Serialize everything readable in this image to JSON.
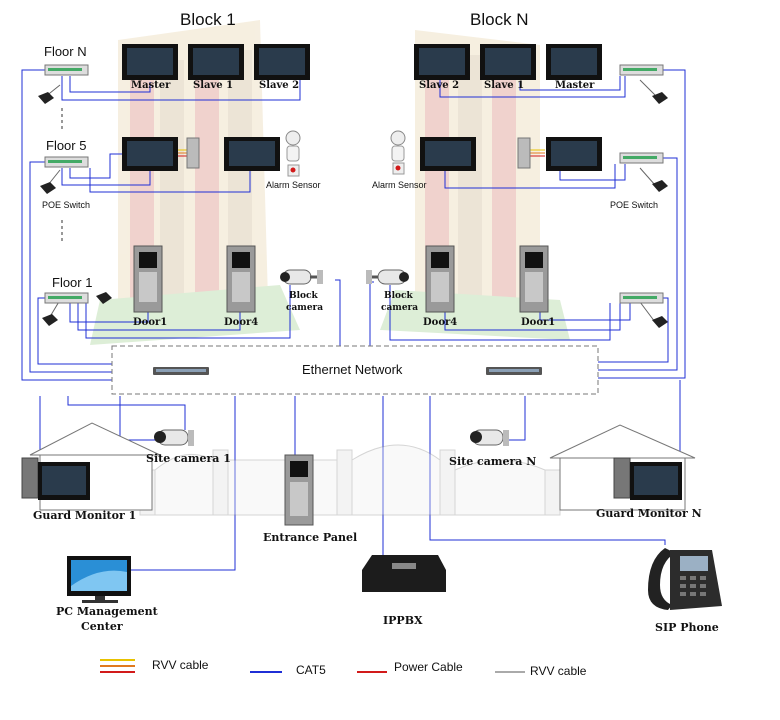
{
  "blocks": {
    "left": "Block 1",
    "right": "Block N"
  },
  "floors": {
    "n": "Floor N",
    "f5": "Floor 5",
    "f1": "Floor 1"
  },
  "poe_switch_left": "POE Switch",
  "poe_switch_right": "POE Switch",
  "monitors_left": {
    "master": "Master",
    "slave1": "Slave 1",
    "slave2": "Slave 2"
  },
  "monitors_right": {
    "slave2": "Slave 2",
    "slave1": "Slave 1",
    "master": "Master"
  },
  "alarm_left": "Alarm Sensor",
  "alarm_right": "Alarm Sensor",
  "doors_left": {
    "a": "Door1",
    "b": "Door4"
  },
  "doors_right": {
    "a": "Door4",
    "b": "Door1"
  },
  "block_camera_left": {
    "line1": "Block",
    "line2": "camera"
  },
  "block_camera_right": {
    "line1": "Block",
    "line2": "camera"
  },
  "network": "Ethernet Network",
  "site_camera_left": "Site camera 1",
  "site_camera_right": "Site camera N",
  "guard_left": "Guard Monitor 1",
  "guard_right": "Guard Monitor N",
  "entrance": "Entrance Panel",
  "pc": {
    "line1": "PC Management",
    "line2": "Center"
  },
  "ippbx": "IPPBX",
  "sip": "SIP Phone",
  "legend": {
    "rvv1": "RVV cable",
    "cat5": "CAT5",
    "power": "Power Cable",
    "rvv2": "RVV cable"
  },
  "colors": {
    "cat5": "#1f2fd6",
    "power": "#d21a1a",
    "rvv_yellow": "#e8c200",
    "rvv_orange": "#e07a1f",
    "rvv_gray": "#555555",
    "building": "#d9c9a6"
  }
}
